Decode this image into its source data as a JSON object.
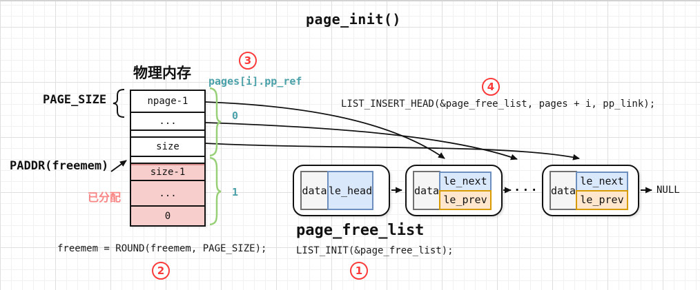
{
  "title": "page_init()",
  "steps": {
    "one": "1",
    "two": "2",
    "three": "3",
    "four": "4"
  },
  "memory": {
    "heading": "物理内存",
    "page_size_label": "PAGE_SIZE",
    "paddr_label": "PADDR(freemem)",
    "allocated_label": "已分配",
    "pp_ref_label": "pages[i].pp_ref",
    "free_ref_value": "0",
    "alloc_ref_value": "1",
    "rows": [
      {
        "label": "npage-1"
      },
      {
        "label": "..."
      },
      {
        "label": ""
      },
      {
        "label": "size"
      },
      {
        "label": ""
      },
      {
        "label": "size-1"
      },
      {
        "label": "..."
      },
      {
        "label": "0"
      }
    ]
  },
  "list": {
    "title": "page_free_list",
    "nodes": [
      {
        "data": "data",
        "cells": [
          "le_head"
        ]
      },
      {
        "data": "data",
        "cells": [
          "le_next",
          "le_prev"
        ]
      },
      {
        "data": "data",
        "cells": [
          "le_next",
          "le_prev"
        ]
      }
    ],
    "ellipsis": "...",
    "null_label": "NULL"
  },
  "code": {
    "init": "LIST_INIT(&page_free_list);",
    "round": "freemem = ROUND(freemem, PAGE_SIZE);",
    "insert": "LIST_INSERT_HEAD(&page_free_list, pages + i, pp_link);"
  },
  "colors": {
    "accent_red": "#fb3a3a",
    "teal": "#4aa0a8",
    "brace_green": "#97d077",
    "alloc_pink": "#f8cecc",
    "alloc_text": "#f98585",
    "blue_fill": "#dae8fc",
    "blue_border": "#6c8ebf",
    "orange_fill": "#ffe6cc",
    "orange_border": "#d79b00"
  }
}
